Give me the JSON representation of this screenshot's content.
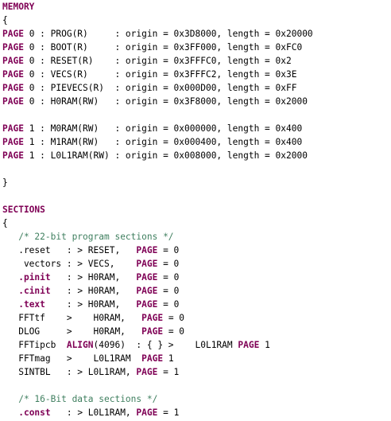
{
  "editor": {
    "colors": {
      "keyword": "#7f0055",
      "comment": "#3f7f5f",
      "text": "#000000",
      "background": "#ffffff"
    },
    "lines": [
      {
        "segments": [
          {
            "text": "MEMORY",
            "kind": "kw"
          }
        ]
      },
      {
        "segments": [
          {
            "text": "{",
            "kind": "plain"
          }
        ]
      },
      {
        "segments": [
          {
            "text": "PAGE",
            "kind": "kw"
          },
          {
            "text": " 0 : PROG(R)     : origin = 0x3D8000, length = 0x20000",
            "kind": "plain"
          }
        ]
      },
      {
        "segments": [
          {
            "text": "PAGE",
            "kind": "kw"
          },
          {
            "text": " 0 : BOOT(R)     : origin = 0x3FF000, length = 0xFC0",
            "kind": "plain"
          }
        ]
      },
      {
        "segments": [
          {
            "text": "PAGE",
            "kind": "kw"
          },
          {
            "text": " 0 : RESET(R)    : origin = 0x3FFFC0, length = 0x2",
            "kind": "plain"
          }
        ]
      },
      {
        "segments": [
          {
            "text": "PAGE",
            "kind": "kw"
          },
          {
            "text": " 0 : VECS(R)     : origin = 0x3FFFC2, length = 0x3E",
            "kind": "plain"
          }
        ]
      },
      {
        "segments": [
          {
            "text": "PAGE",
            "kind": "kw"
          },
          {
            "text": " 0 : PIEVECS(R)  : origin = 0x000D00, length = 0xFF",
            "kind": "plain"
          }
        ]
      },
      {
        "segments": [
          {
            "text": "PAGE",
            "kind": "kw"
          },
          {
            "text": " 0 : H0RAM(RW)   : origin = 0x3F8000, length = 0x2000",
            "kind": "plain"
          }
        ]
      },
      {
        "segments": []
      },
      {
        "segments": [
          {
            "text": "PAGE",
            "kind": "kw"
          },
          {
            "text": " 1 : M0RAM(RW)   : origin = 0x000000, length = 0x400",
            "kind": "plain"
          }
        ]
      },
      {
        "segments": [
          {
            "text": "PAGE",
            "kind": "kw"
          },
          {
            "text": " 1 : M1RAM(RW)   : origin = 0x000400, length = 0x400",
            "kind": "plain"
          }
        ]
      },
      {
        "segments": [
          {
            "text": "PAGE",
            "kind": "kw"
          },
          {
            "text": " 1 : L0L1RAM(RW) : origin = 0x008000, length = 0x2000",
            "kind": "plain"
          }
        ]
      },
      {
        "segments": []
      },
      {
        "segments": [
          {
            "text": "}",
            "kind": "plain"
          }
        ]
      },
      {
        "segments": []
      },
      {
        "segments": [
          {
            "text": "SECTIONS",
            "kind": "kw"
          }
        ]
      },
      {
        "segments": [
          {
            "text": "{",
            "kind": "plain"
          }
        ]
      },
      {
        "segments": [
          {
            "text": "   ",
            "kind": "plain"
          },
          {
            "text": "/* 22-bit program sections */",
            "kind": "cm"
          }
        ]
      },
      {
        "segments": [
          {
            "text": "   .reset   : > RESET,   ",
            "kind": "plain"
          },
          {
            "text": "PAGE",
            "kind": "kw"
          },
          {
            "text": " = 0",
            "kind": "plain"
          }
        ]
      },
      {
        "segments": [
          {
            "text": "    vectors : > VECS,    ",
            "kind": "plain"
          },
          {
            "text": "PAGE",
            "kind": "kw"
          },
          {
            "text": " = 0",
            "kind": "plain"
          }
        ]
      },
      {
        "segments": [
          {
            "text": "   ",
            "kind": "plain"
          },
          {
            "text": ".pinit",
            "kind": "kw"
          },
          {
            "text": "   : > H0RAM,   ",
            "kind": "plain"
          },
          {
            "text": "PAGE",
            "kind": "kw"
          },
          {
            "text": " = 0",
            "kind": "plain"
          }
        ]
      },
      {
        "segments": [
          {
            "text": "   ",
            "kind": "plain"
          },
          {
            "text": ".cinit",
            "kind": "kw"
          },
          {
            "text": "   : > H0RAM,   ",
            "kind": "plain"
          },
          {
            "text": "PAGE",
            "kind": "kw"
          },
          {
            "text": " = 0",
            "kind": "plain"
          }
        ]
      },
      {
        "segments": [
          {
            "text": "   ",
            "kind": "plain"
          },
          {
            "text": ".text",
            "kind": "kw"
          },
          {
            "text": "    : > H0RAM,   ",
            "kind": "plain"
          },
          {
            "text": "PAGE",
            "kind": "kw"
          },
          {
            "text": " = 0",
            "kind": "plain"
          }
        ]
      },
      {
        "segments": [
          {
            "text": "   FFTtf    >    H0RAM,   ",
            "kind": "plain"
          },
          {
            "text": "PAGE",
            "kind": "kw"
          },
          {
            "text": " = 0",
            "kind": "plain"
          }
        ]
      },
      {
        "segments": [
          {
            "text": "   DLOG     >    H0RAM,   ",
            "kind": "plain"
          },
          {
            "text": "PAGE",
            "kind": "kw"
          },
          {
            "text": " = 0",
            "kind": "plain"
          }
        ]
      },
      {
        "segments": [
          {
            "text": "   FFTipcb  ",
            "kind": "plain"
          },
          {
            "text": "ALIGN",
            "kind": "kw"
          },
          {
            "text": "(4096)  : { } >    L0L1RAM ",
            "kind": "plain"
          },
          {
            "text": "PAGE",
            "kind": "kw"
          },
          {
            "text": " 1",
            "kind": "plain"
          }
        ]
      },
      {
        "segments": [
          {
            "text": "   FFTmag   >    L0L1RAM  ",
            "kind": "plain"
          },
          {
            "text": "PAGE",
            "kind": "kw"
          },
          {
            "text": " 1",
            "kind": "plain"
          }
        ]
      },
      {
        "segments": [
          {
            "text": "   SINTBL   : > L0L1RAM, ",
            "kind": "plain"
          },
          {
            "text": "PAGE",
            "kind": "kw"
          },
          {
            "text": " = 1",
            "kind": "plain"
          }
        ]
      },
      {
        "segments": []
      },
      {
        "segments": [
          {
            "text": "   ",
            "kind": "plain"
          },
          {
            "text": "/* 16-Bit data sections */",
            "kind": "cm"
          }
        ]
      },
      {
        "segments": [
          {
            "text": "   ",
            "kind": "plain"
          },
          {
            "text": ".const",
            "kind": "kw"
          },
          {
            "text": "   : > L0L1RAM, ",
            "kind": "plain"
          },
          {
            "text": "PAGE",
            "kind": "kw"
          },
          {
            "text": " = 1",
            "kind": "plain"
          }
        ]
      }
    ]
  }
}
